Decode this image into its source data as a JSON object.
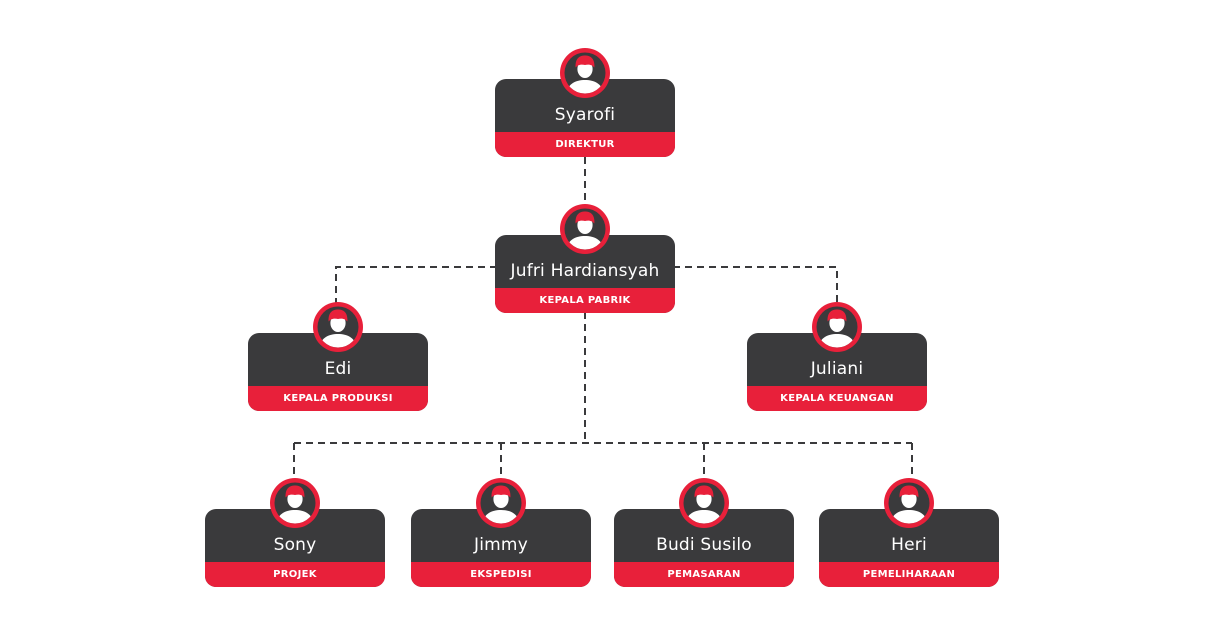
{
  "colors": {
    "card": "#3a3a3c",
    "accent": "#e8203a",
    "text": "#ffffff",
    "connector": "#3a3a3c"
  },
  "nodes": [
    {
      "name": "Syarofi",
      "role": "DIREKTUR",
      "icon": "person-avatar-icon"
    },
    {
      "name": "Jufri Hardiansyah",
      "role": "KEPALA PABRIK",
      "icon": "person-avatar-icon"
    },
    {
      "name": "Edi",
      "role": "KEPALA PRODUKSI",
      "icon": "person-avatar-icon"
    },
    {
      "name": "Juliani",
      "role": "KEPALA KEUANGAN",
      "icon": "person-avatar-icon"
    },
    {
      "name": "Sony",
      "role": "PROJEK",
      "icon": "person-avatar-icon"
    },
    {
      "name": "Jimmy",
      "role": "EKSPEDISI",
      "icon": "person-avatar-icon"
    },
    {
      "name": "Budi Susilo",
      "role": "PEMASARAN",
      "icon": "person-avatar-icon"
    },
    {
      "name": "Heri",
      "role": "PEMELIHARAAN",
      "icon": "person-avatar-icon"
    }
  ]
}
